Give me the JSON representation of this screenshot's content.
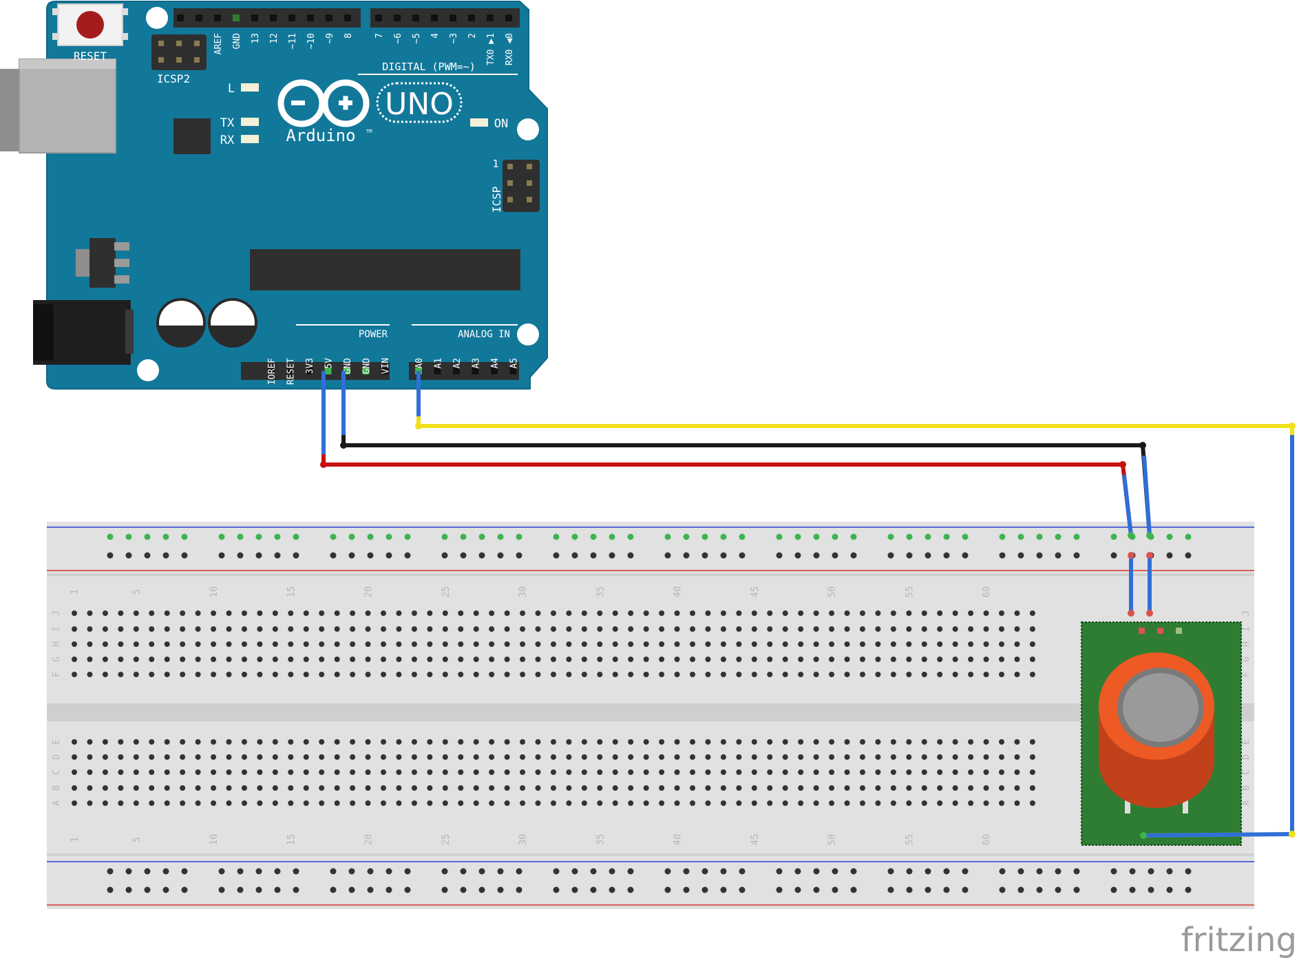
{
  "colors": {
    "board": "#12789a",
    "board_edge": "#0f6686",
    "silk": "#ffffff",
    "header": "#2f2f2f",
    "breadboard": "#e1e1e1",
    "breadboard_channel": "#cfcfcf",
    "rail_blue": "#2c3fd0",
    "rail_red": "#d93030",
    "hole": "#333333",
    "hole_active": "#3fb34f",
    "sensor_board": "#2e7d32",
    "sensor_body": "#ee5a24",
    "sensor_mesh": "#8a8a8a",
    "wire_yellow": "#f1e01b",
    "wire_black": "#1a1a1a",
    "wire_red": "#c81010",
    "wire_blue": "#2f6fd8"
  },
  "arduino": {
    "reset_label": "RESET",
    "icsp2_label": "ICSP2",
    "icsp_label": "ICSP",
    "icsp_pin1_label": "1",
    "digital_header_label": "DIGITAL (PWM=~)",
    "digital_pins": [
      "AREF",
      "GND",
      "13",
      "12",
      "~11",
      "~10",
      "~9",
      "8",
      "7",
      "~6",
      "~5",
      "4",
      "~3",
      "2",
      "TX0 ▶1",
      "RX0 ◀0"
    ],
    "led_l_label": "L",
    "led_tx_label": "TX",
    "led_rx_label": "RX",
    "led_on_label": "ON",
    "logo_symbols": "–+",
    "uno_label": "UNO",
    "brand_label": "Arduino",
    "tm_label": "TM",
    "power_header_label": "POWER",
    "power_pins": [
      "IOREF",
      "RESET",
      "3V3",
      "5V",
      "GND",
      "GND",
      "VIN"
    ],
    "analog_header_label": "ANALOG IN",
    "analog_pins": [
      "A0",
      "A1",
      "A2",
      "A3",
      "A4",
      "A5"
    ]
  },
  "breadboard": {
    "column_numbers": [
      "1",
      "5",
      "10",
      "15",
      "20",
      "25",
      "30",
      "35",
      "40",
      "45",
      "50",
      "55",
      "60"
    ],
    "top_row_letters": [
      "J",
      "I",
      "H",
      "G",
      "F"
    ],
    "bottom_row_letters": [
      "E",
      "D",
      "C",
      "B",
      "A"
    ]
  },
  "wires": [
    {
      "name": "A0",
      "color": "yellow"
    },
    {
      "name": "GND",
      "color": "black"
    },
    {
      "name": "5V",
      "color": "red"
    }
  ],
  "watermark": "fritzing"
}
